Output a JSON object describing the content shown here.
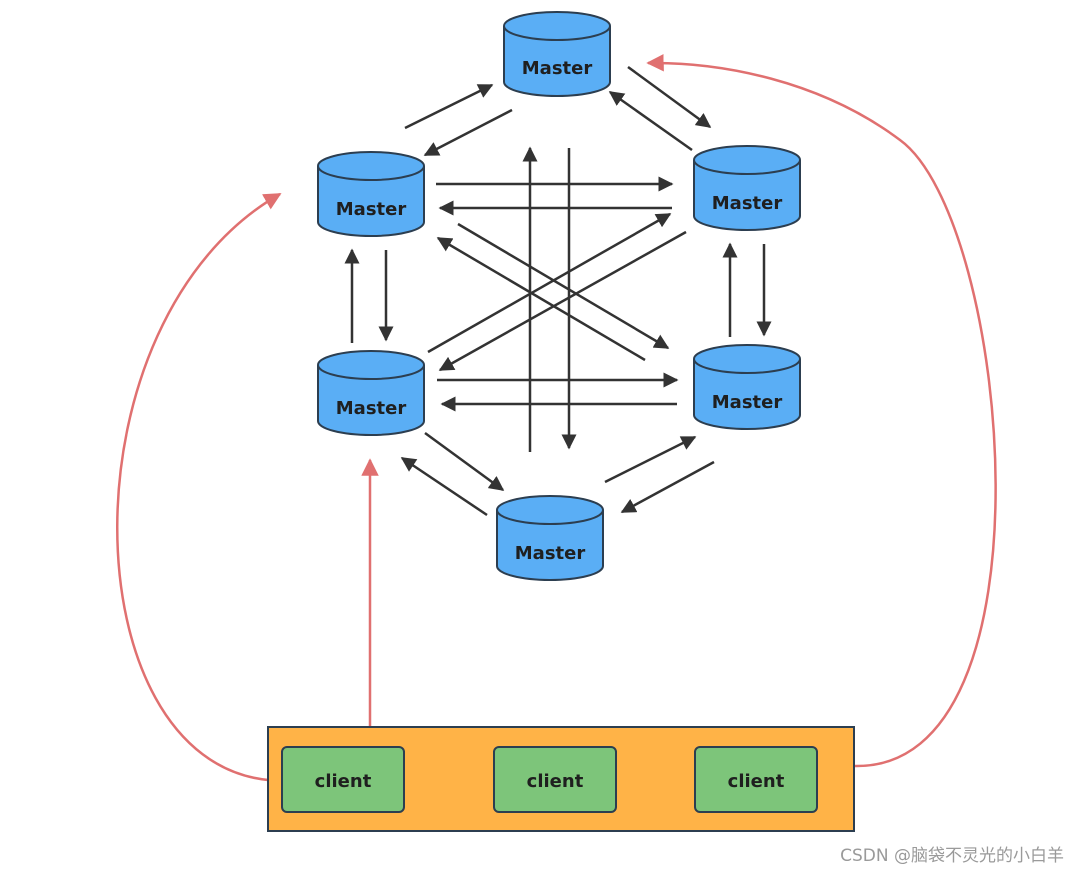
{
  "masters": [
    "Master",
    "Master",
    "Master",
    "Master",
    "Master",
    "Master"
  ],
  "clients": [
    "client",
    "client",
    "client"
  ],
  "watermark": "CSDN @脑袋不灵光的小白羊",
  "colors": {
    "master_fill": "#5aaef5",
    "master_stroke": "#2c3e50",
    "client_fill": "#7dc57a",
    "client_container_fill": "#ffb347",
    "arrow_dark": "#333333",
    "arrow_red": "#e07070"
  }
}
